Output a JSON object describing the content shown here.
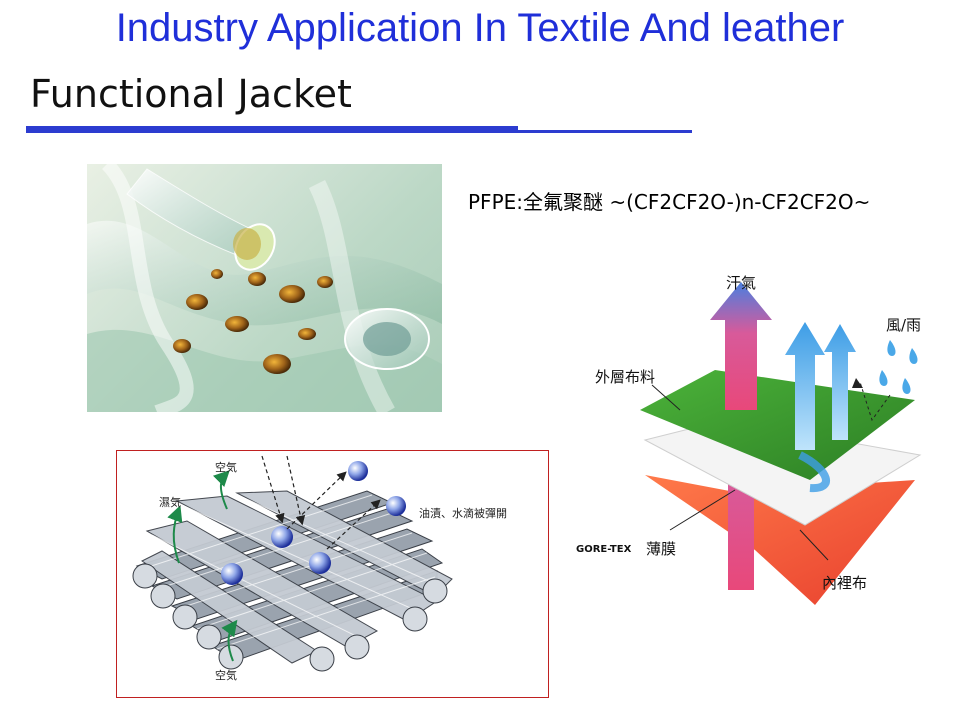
{
  "header": {
    "title": "Industry Application In Textile And leather",
    "subtitle": "Functional Jacket"
  },
  "formula": {
    "text": "PFPE:全氟聚醚 ~(CF2CF2O-)n-CF2CF2O~"
  },
  "fabric_diagram": {
    "label_air_top": "空気",
    "label_moisture": "濕気",
    "label_repel": "油漬、水滴被彈開",
    "label_air_bottom": "空気"
  },
  "goretex_diagram": {
    "label_sweat": "汗氣",
    "label_wind_rain": "風/雨",
    "label_outer_fabric": "外層布料",
    "label_brand": "GORE-TEX",
    "label_membrane": "薄膜",
    "label_inner_fabric": "內裡布"
  },
  "colors": {
    "title_blue": "#1f2fd9",
    "rule_blue": "#2c3cd0",
    "outer_green": "#3a9b2e",
    "inner_red": "#ef5a3a",
    "arrow_pink": "#e0407a",
    "arrow_blue": "#4aa8e8",
    "box_border": "#c02020"
  }
}
